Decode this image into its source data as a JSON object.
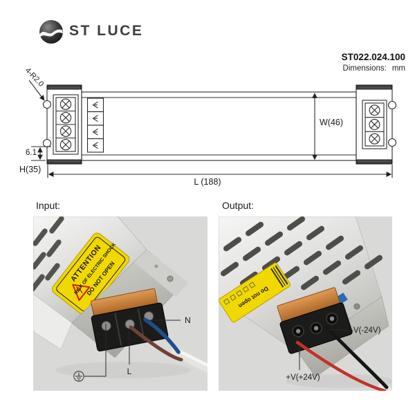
{
  "header": {
    "brand": "ST LUCE",
    "part_number": "ST022.024.100",
    "dimensions_label": "Dimensions:",
    "dimensions_unit": "mm"
  },
  "drawing": {
    "corner_radius_label": "4-R2.0",
    "width_label": "W(46)",
    "notch_offset_label": "6.1",
    "height_label": "H(35)",
    "length_label": "L (188)"
  },
  "input_section": {
    "title": "Input:",
    "warning": {
      "line1": "ATTENTION",
      "line2": "RISK OF ELECTRIC SHOCK",
      "line3": "DO NOT OPEN"
    },
    "callouts": {
      "neutral": "N",
      "live": "L"
    }
  },
  "output_section": {
    "title": "Output:",
    "label_text": "Do not open",
    "callouts": {
      "negative": "-V(-24V)",
      "positive": "+V(+24V)"
    }
  },
  "colors": {
    "line_art": "#2a2a2a",
    "photo_background": "#d9d9d7",
    "warning_yellow": "#f0d800",
    "copper": "#c9813c",
    "wire_blue_neutral": "#1d4f8a",
    "wire_brown_live": "#6e4334",
    "wire_black_negative": "#161616",
    "wire_red_positive": "#c53028"
  }
}
